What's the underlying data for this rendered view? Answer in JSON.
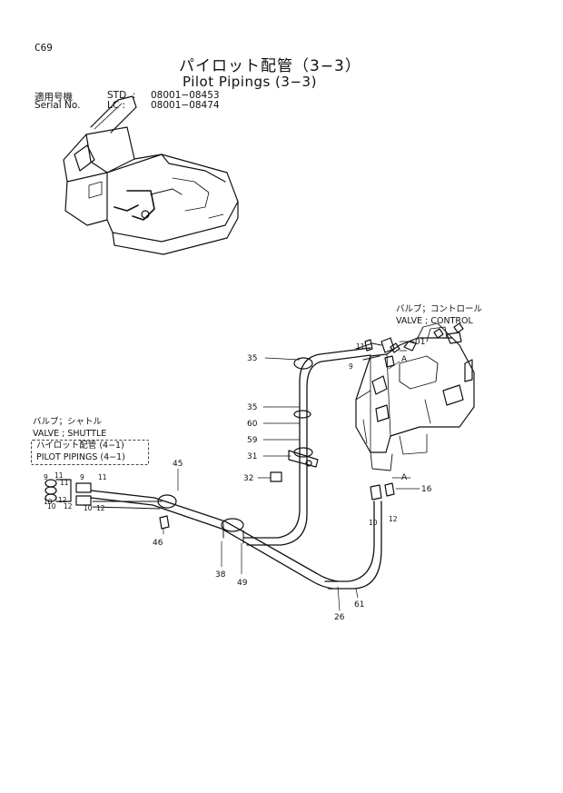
{
  "header": {
    "page_code": "C69",
    "title_jp": "パイロット配管（3−3）",
    "title_en": "Pilot Pipings (3−3)",
    "serial_label_jp": "適用号機",
    "serial_label_en": "Serial No.",
    "std_label": "STD. :",
    "std_range": "08001−08453",
    "lc_label": "LC    :",
    "lc_range": "08001−08474"
  },
  "notes": {
    "valve_control_jp": "バルブ；コントロール",
    "valve_control_en": "VALVE ; CONTROL",
    "valve_shuttle_jp": "バルブ；シャトル",
    "valve_shuttle_en": "VALVE ; SHUTTLE",
    "pilot_ref_jp": "ハイロット配管 (4−1)",
    "pilot_ref_en": "PILOT PIPINGS (4−1)"
  },
  "part_labels": {
    "p35a": "35",
    "p35b": "35",
    "p60": "60",
    "p59": "59",
    "p31": "31",
    "p32": "32",
    "p45": "45",
    "p46": "46",
    "p38": "38",
    "p49": "49",
    "p26": "26",
    "p61": "61",
    "p16": "16",
    "p01": "01",
    "pA1": "A",
    "pA2": "A",
    "p11a": "11",
    "p9a": "9",
    "p10a": "10",
    "p12a": "12",
    "s9": "9",
    "s11": "11",
    "s10": "10",
    "s12": "12",
    "s9b": "9",
    "s11b": "11",
    "s10b": "10",
    "s12b": "12",
    "s11c": "11",
    "s10c": "10",
    "s12c": "12"
  }
}
